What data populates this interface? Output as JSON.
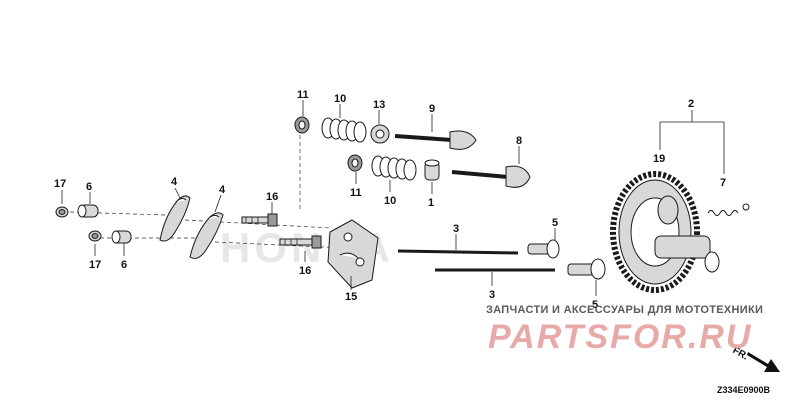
{
  "callouts": {
    "c1": "1",
    "c2": "2",
    "c3a": "3",
    "c3b": "3",
    "c4a": "4",
    "c4b": "4",
    "c5a": "5",
    "c5b": "5",
    "c6a": "6",
    "c6b": "6",
    "c7": "7",
    "c8": "8",
    "c9": "9",
    "c10a": "10",
    "c10b": "10",
    "c11a": "11",
    "c11b": "11",
    "c13": "13",
    "c15": "15",
    "c16a": "16",
    "c16b": "16",
    "c17a": "17",
    "c17b": "17",
    "c19": "19"
  },
  "watermark": {
    "tagline": "ЗАПЧАСТИ И АКСЕССУАРЫ ДЛЯ МОТОТЕХНИКИ",
    "logo": "PARTSFOR.RU",
    "background_brand": "HONDA",
    "logo_color": "#e8a9a9"
  },
  "direction_arrow": {
    "label": "FR.",
    "icon": "arrow-down-right-icon"
  },
  "diagram_code": "Z334E0900B"
}
